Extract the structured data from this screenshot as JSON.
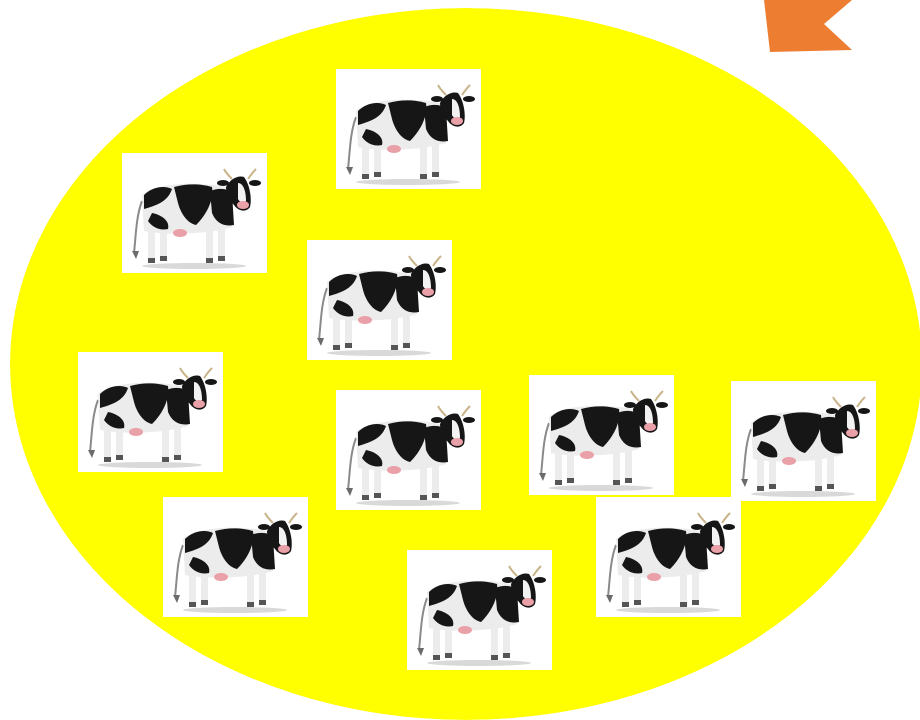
{
  "colors": {
    "ellipse_fill": "#ffff00",
    "arrow_fill": "#ed7d31",
    "card_background": "#ffffff",
    "cow_body": "#ececec",
    "cow_spots": "#161616",
    "cow_nose": "#eaa0a8",
    "cow_horns": "#c9b48a"
  },
  "icons": {
    "cow": "cow-picture",
    "arrow": "orange-arrow-shape"
  },
  "cow_count": 10
}
